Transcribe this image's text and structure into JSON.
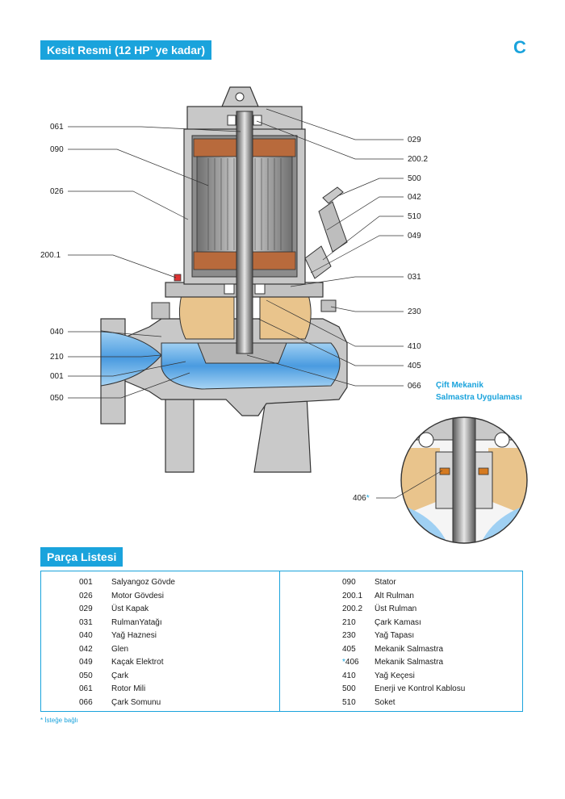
{
  "header": {
    "title": "Kesit Resmi (12 HP’ ye kadar)",
    "section_letter": "C"
  },
  "callouts_left": [
    "061",
    "090",
    "026",
    "200.1",
    "040",
    "210",
    "001",
    "050"
  ],
  "callouts_right": [
    "029",
    "200.2",
    "500",
    "042",
    "510",
    "049",
    "031",
    "230",
    "410",
    "405",
    "066"
  ],
  "inset": {
    "caption_line1": "Çift Mekanik",
    "caption_line2": "Salmastra Uygulaması",
    "callout": "406",
    "callout_star": "*"
  },
  "parts": {
    "title": "Parça Listesi",
    "left": [
      {
        "code": "001",
        "name": "Salyangoz Gövde"
      },
      {
        "code": "026",
        "name": "Motor Gövdesi"
      },
      {
        "code": "029",
        "name": "Üst Kapak"
      },
      {
        "code": "031",
        "name": "RulmanYatağı"
      },
      {
        "code": "040",
        "name": "Yağ Haznesi"
      },
      {
        "code": "042",
        "name": "Glen"
      },
      {
        "code": "049",
        "name": "Kaçak Elektrot"
      },
      {
        "code": "050",
        "name": "Çark"
      },
      {
        "code": "061",
        "name": "Rotor Mili"
      },
      {
        "code": "066",
        "name": "Çark Somunu"
      }
    ],
    "right": [
      {
        "code": "090",
        "name": "Stator",
        "star": ""
      },
      {
        "code": "200.1",
        "name": "Alt Rulman",
        "star": ""
      },
      {
        "code": "200.2",
        "name": "Üst Rulman",
        "star": ""
      },
      {
        "code": "210",
        "name": "Çark Kaması",
        "star": ""
      },
      {
        "code": "230",
        "name": "Yağ Tapası",
        "star": ""
      },
      {
        "code": "405",
        "name": "Mekanik Salmastra",
        "star": ""
      },
      {
        "code": "406",
        "name": "Mekanik Salmastra",
        "star": "*"
      },
      {
        "code": "410",
        "name": "Yağ Keçesi",
        "star": ""
      },
      {
        "code": "500",
        "name": "Enerji ve Kontrol Kablosu",
        "star": ""
      },
      {
        "code": "510",
        "name": "Soket",
        "star": ""
      }
    ],
    "footnote": "* İsteğe bağlı"
  },
  "colors": {
    "accent": "#1aa3dc",
    "casing": "#c8c8c8",
    "oil": "#e9c48c",
    "water": "#5aa8e6",
    "copper": "#b86a3c"
  }
}
